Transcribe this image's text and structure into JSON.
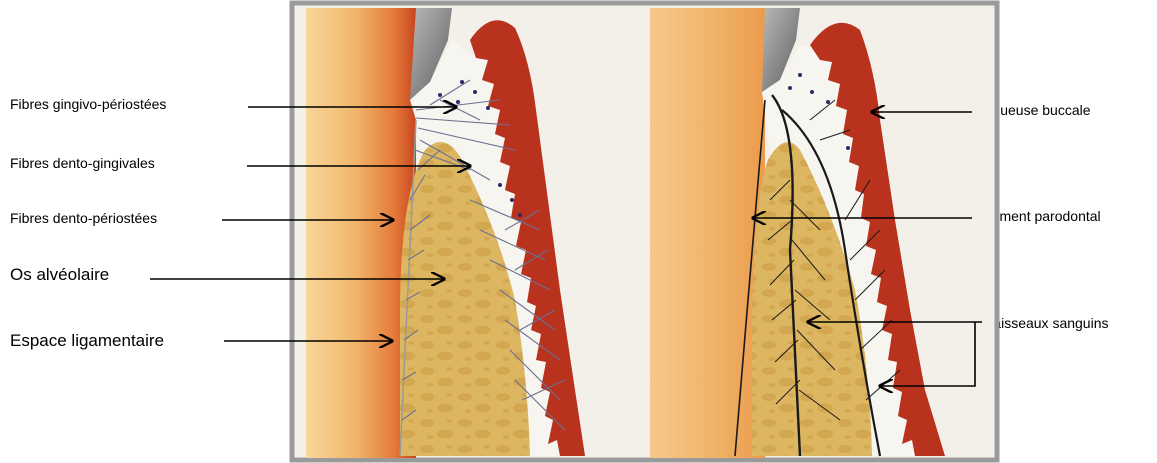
{
  "labels": {
    "left": {
      "fibres_gingivo_periostees": "Fibres gingivo-périostées",
      "fibres_dento_gingivales": "Fibres dento-gingivales",
      "fibres_dento_periostees": "Fibres dento-périostées",
      "os_alveolaire": "Os alvéolaire",
      "espace_ligamentaire": "Espace ligamentaire"
    },
    "right": {
      "muqueuse_buccale": "Muqueuse buccale",
      "ligament_parodontal": "Ligament parodontal",
      "vaisseaux_sanguins": "Vaisseaux sanguins"
    }
  },
  "colors": {
    "frame": "#9a9a9a",
    "tooth_light": "#f6cc8a",
    "tooth_dark": "#d9542a",
    "enamel": "#8c8c8c",
    "gingiva": "#b8321e",
    "bone": "#d9b45e",
    "bone_spot": "#b8903a",
    "fibre": "#7c7c9c",
    "vessel": "#1a1a1a"
  }
}
